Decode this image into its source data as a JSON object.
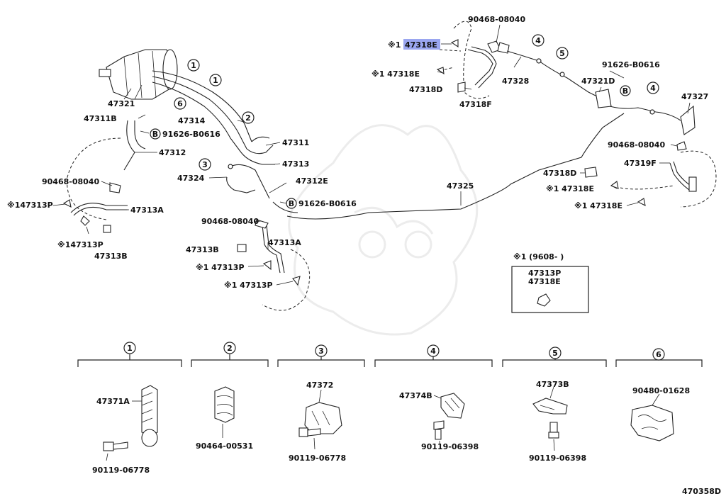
{
  "diagram_id": "470358D",
  "highlighted_part": "47318E",
  "part_labels": {
    "p47321": "47321",
    "p47311B": "47311B",
    "p91626_b0616_a": "91626-B0616",
    "p47312": "47312",
    "p90468_08040_a": "90468-08040",
    "p47313P_left": "※147313P",
    "p47313A_left": "47313A",
    "p47313P_left2": "※147313P",
    "p47313B_left": "47313B",
    "p47314": "47314",
    "p47311": "47311",
    "p47313": "47313",
    "p47324": "47324",
    "p47312E": "47312E",
    "p91626_b0616_b": "91626-B0616",
    "p90468_08040_b": "90468-08040",
    "p47313A_mid": "47313A",
    "p47313B_mid": "47313B",
    "p47313P_mid1": "※1 47313P",
    "p47313P_mid2": "※1 47313P",
    "p47325": "47325",
    "p90468_08040_top": "90468-08040",
    "p47318E_top_prefix": "※1",
    "p47318E_top": "47318E",
    "p47318E_2": "※1 47318E",
    "p47318D_top": "47318D",
    "p47318F_top": "47318F",
    "p47328": "47328",
    "p91626_b0616_c": "91626-B0616",
    "p47321D": "47321D",
    "p47327": "47327",
    "p90468_08040_right": "90468-08040",
    "p47319F": "47319F",
    "p47318D_right": "47318D",
    "p47318E_right1": "※1 47318E",
    "p47318E_right2": "※1 47318E"
  },
  "circle_markers": {
    "m1a": "1",
    "m1b": "1",
    "m2": "2",
    "m3": "3",
    "m6": "6",
    "m4a": "4",
    "m5": "5",
    "m4b": "4"
  },
  "bolt_marker": "B",
  "note_box": {
    "header": "※1 (9608-      )",
    "line1": "47313P",
    "line2": "47318E"
  },
  "legend_groups": [
    {
      "num": "1",
      "parts": [
        "47371A",
        "90119-06778"
      ]
    },
    {
      "num": "2",
      "parts": [
        "90464-00531"
      ]
    },
    {
      "num": "3",
      "parts": [
        "47372",
        "90119-06778"
      ]
    },
    {
      "num": "4",
      "parts": [
        "47374B",
        "90119-06398"
      ]
    },
    {
      "num": "5",
      "parts": [
        "47373B",
        "90119-06398"
      ]
    },
    {
      "num": "6",
      "parts": [
        "90480-01628"
      ]
    }
  ]
}
